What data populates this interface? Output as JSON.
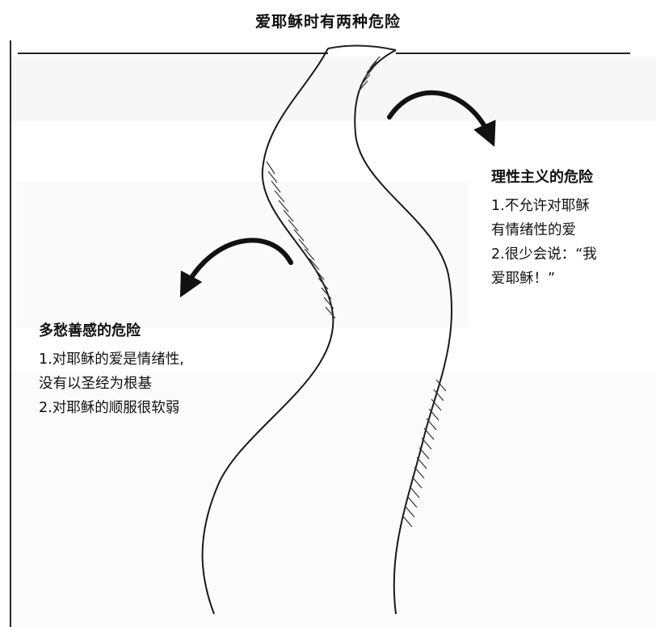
{
  "title": "爱耶稣时有两种危险",
  "right_block": {
    "heading": "理性主义的危险",
    "lines": [
      "1.不允许对耶稣",
      "有情绪性的爱",
      "2.很少会说：“我",
      "爱耶稣！”"
    ]
  },
  "left_block": {
    "heading": "多愁善感的危险",
    "lines": [
      "1.对耶稣的爱是情绪性,",
      "没有以圣经为根基",
      "2.对耶稣的顺服很软弱"
    ]
  },
  "arrows": [
    {
      "name": "right-arrow",
      "direction": "down-right"
    },
    {
      "name": "left-arrow",
      "direction": "down-left"
    }
  ]
}
